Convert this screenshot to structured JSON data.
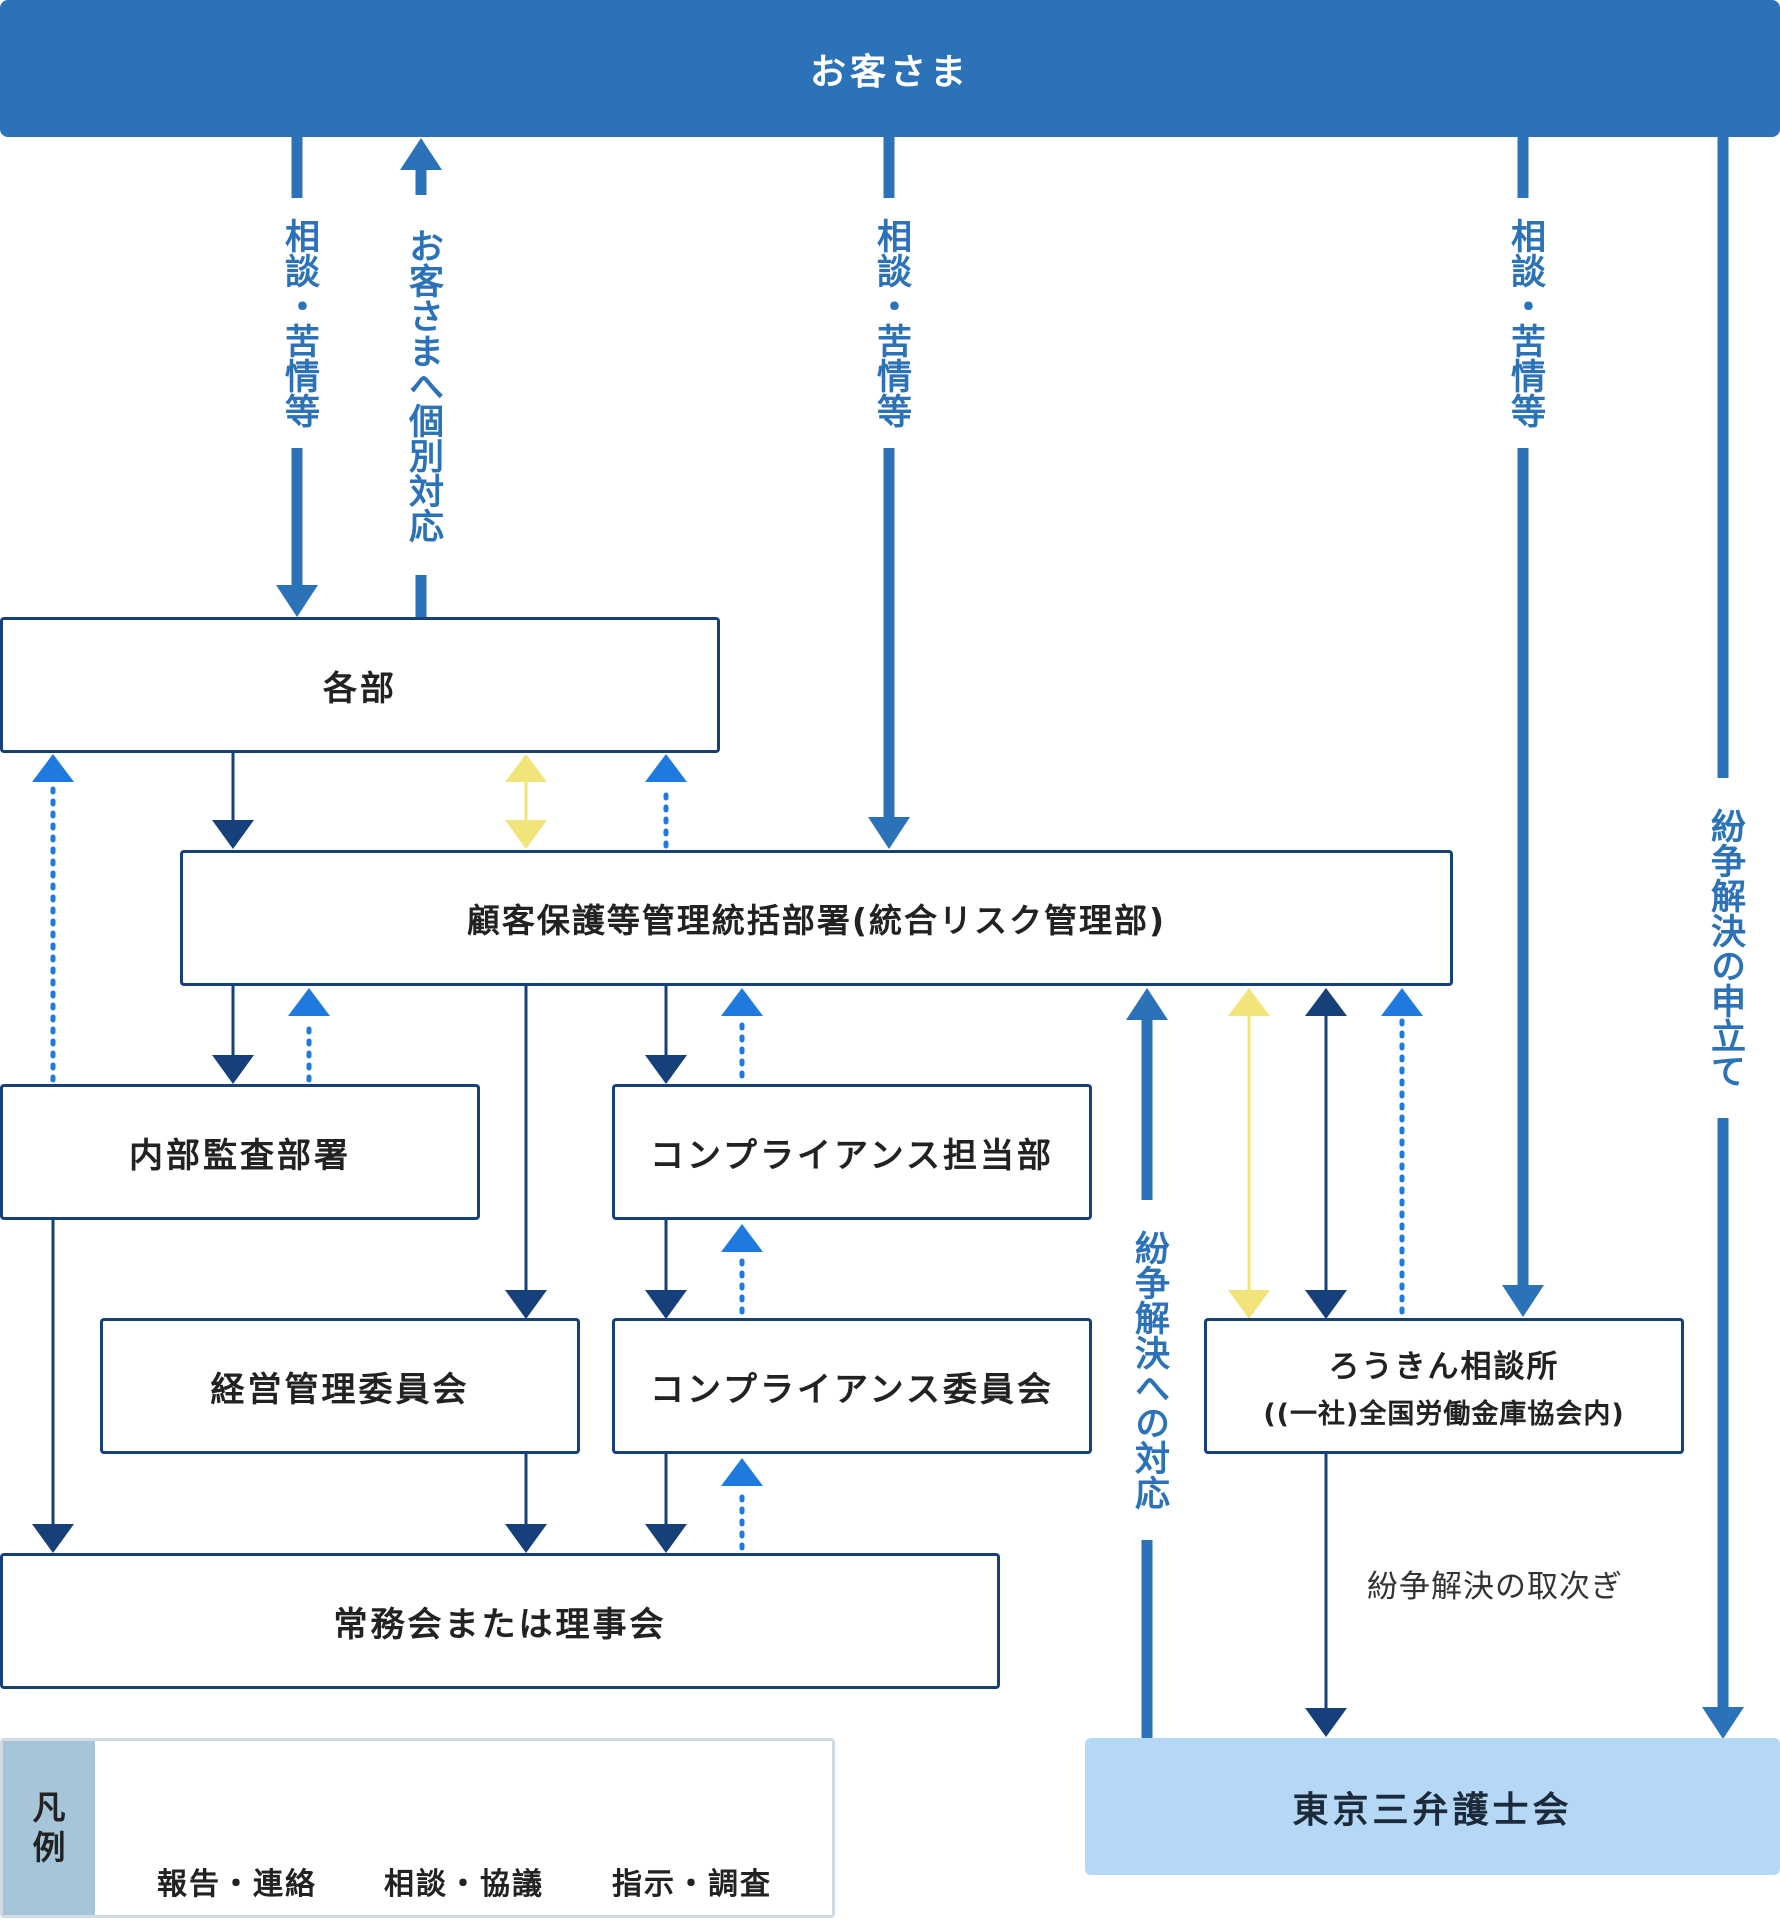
{
  "header": {
    "customer": "お客さま"
  },
  "nodes": {
    "kakubu": "各部",
    "integrated": "顧客保護等管理統括部署(統合リスク管理部)",
    "internal_audit": "内部監査部署",
    "compliance_dept": "コンプライアンス担当部",
    "management_committee": "経営管理委員会",
    "compliance_committee": "コンプライアンス委員会",
    "consultation_office": "ろうきん相談所",
    "consultation_office_sub": "((一社)全国労働金庫協会内)",
    "board": "常務会または理事会",
    "bar_association": "東京三弁護士会"
  },
  "edge_labels": {
    "consult_1": "相談・苦情等",
    "individual_response": "お客さまへ個別対応",
    "consult_2": "相談・苦情等",
    "consult_3": "相談・苦情等",
    "dispute_application": "紛争解決の申立て",
    "dispute_response": "紛争解決への対応",
    "dispute_forwarding": "紛争解決の取次ぎ"
  },
  "legend": {
    "title": "凡例",
    "items": [
      {
        "label": "報告・連絡",
        "style": "solid",
        "color": "#16407a"
      },
      {
        "label": "相談・協議",
        "style": "double",
        "color": "#f0e47a"
      },
      {
        "label": "指示・調査",
        "style": "dotted",
        "color": "#1f7ae0"
      }
    ]
  },
  "colors": {
    "primary": "#2b72b8",
    "dark_navy": "#16407a",
    "consult_yellow": "#f0e47a",
    "instruction_blue": "#1f7ae0",
    "bar_association_bg": "#b5d8f7",
    "legend_title_bg": "#a6c5d9"
  }
}
